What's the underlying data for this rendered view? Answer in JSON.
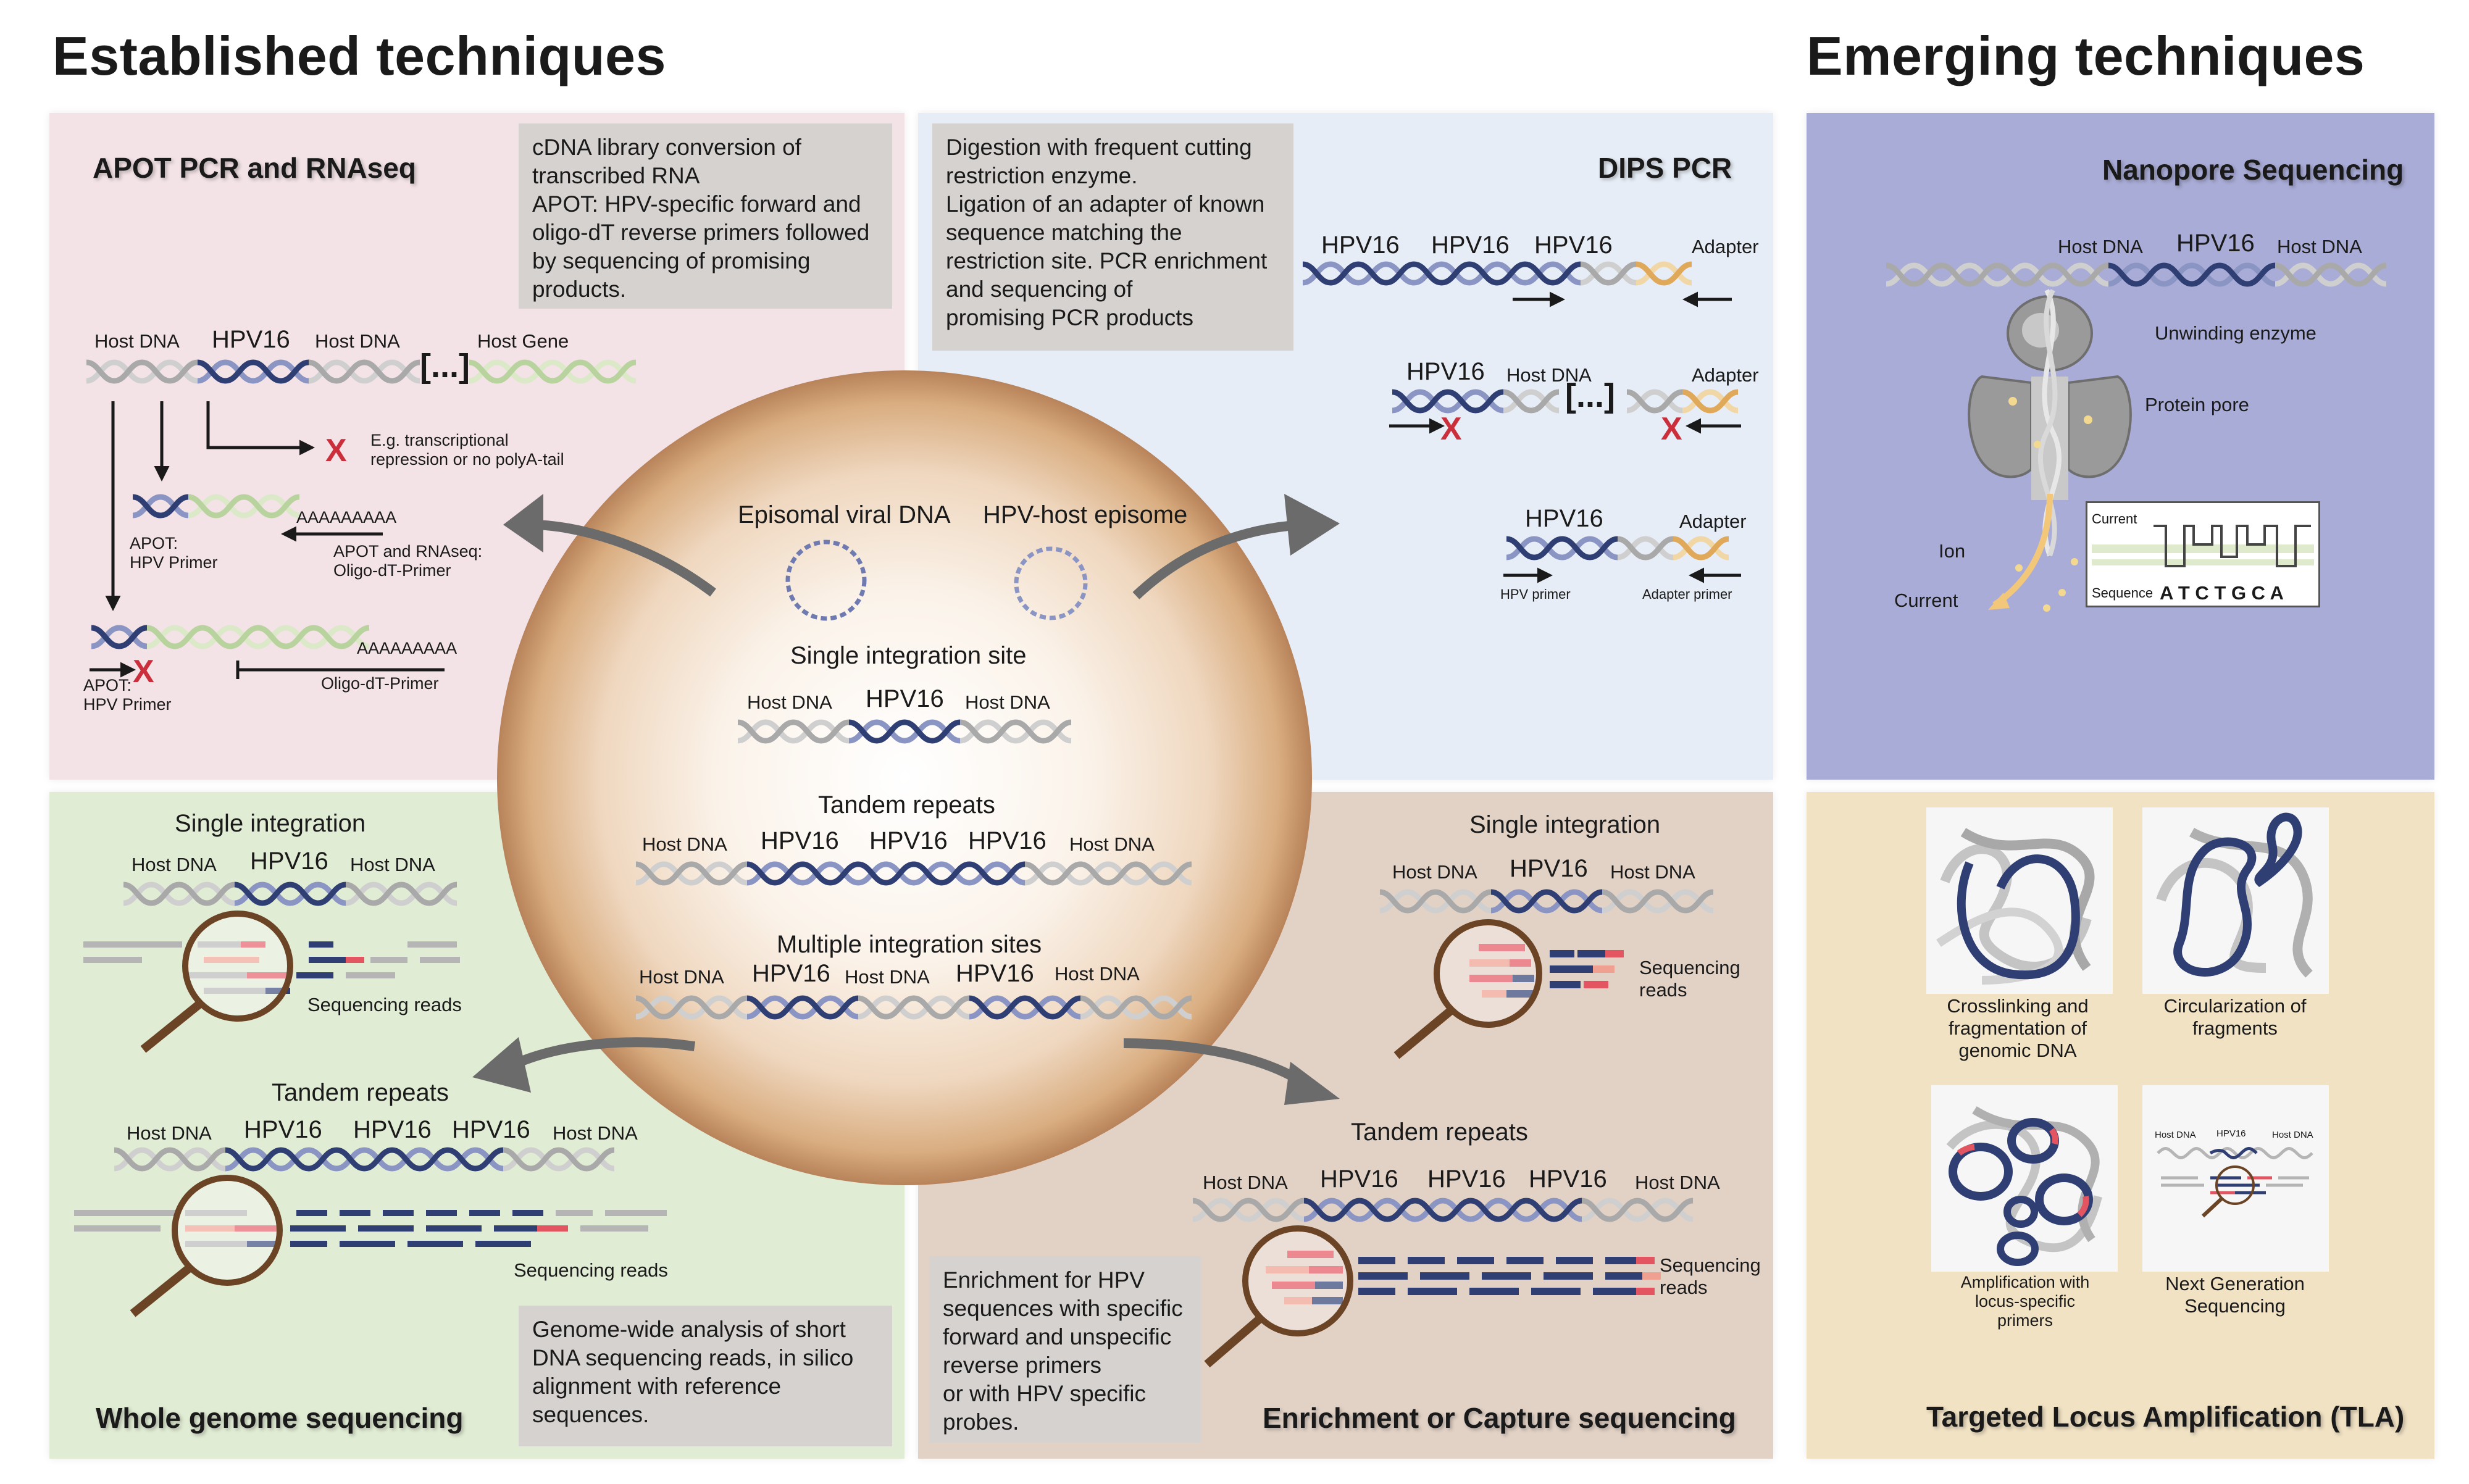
{
  "headers": {
    "established": "Established techniques",
    "emerging": "Emerging techniques"
  },
  "labels": {
    "host_dna": "Host DNA",
    "hpv16": "HPV16",
    "host_gene": "Host Gene",
    "adapter": "Adapter",
    "ellipsis": "[...]",
    "x_mark": "X",
    "sequencing_reads": "Sequencing reads",
    "sequencing": "Sequencing",
    "reads": "reads"
  },
  "apot": {
    "title": "APOT PCR and RNAseq",
    "description": [
      "cDNA library conversion of",
      "transcribed RNA",
      "APOT: HPV-specific forward and",
      "oligo-dT reverse primers followed",
      "by sequencing of promising",
      "products."
    ],
    "repression_note": [
      "E.g. transcriptional",
      "repression or no polyA-tail"
    ],
    "polya": "AAAAAAAAA",
    "apot_primer": [
      "APOT:",
      "HPV Primer"
    ],
    "oligo_primer": [
      "APOT and RNAseq:",
      "Oligo-dT-Primer"
    ],
    "oligo_dt_primer": "Oligo-dT-Primer"
  },
  "dips": {
    "title": "DIPS PCR",
    "description": [
      "Digestion with frequent cutting",
      "restriction enzyme.",
      "Ligation of an adapter of known",
      "sequence matching the",
      "restriction site. PCR enrichment",
      "and sequencing of",
      "promising PCR products"
    ],
    "hpv_primer": "HPV primer",
    "adapter_primer": "Adapter primer"
  },
  "center": {
    "episomal": "Episomal viral DNA",
    "hpv_host_episome": "HPV-host episome",
    "single_site": "Single integration site",
    "tandem": "Tandem repeats",
    "multiple": "Multiple integration sites"
  },
  "wgs": {
    "title": "Whole genome sequencing",
    "single": "Single integration",
    "tandem": "Tandem repeats",
    "description": [
      "Genome-wide analysis of short",
      "DNA sequencing reads, in silico",
      "alignment with reference",
      "sequences."
    ]
  },
  "capture": {
    "title": "Enrichment or Capture sequencing",
    "single": "Single integration",
    "tandem": "Tandem repeats",
    "description": [
      "Enrichment for HPV",
      "sequences with specific",
      "forward and unspecific",
      "reverse primers",
      "or with HPV specific",
      "probes."
    ]
  },
  "nanopore": {
    "title": "Nanopore Sequencing",
    "unwinding": "Unwinding enzyme",
    "pore": "Protein pore",
    "ion": "Ion",
    "current": "Current",
    "current_small": "Current",
    "sequence": "Sequence",
    "bases": "A T C T G C A"
  },
  "tla": {
    "title": "Targeted Locus Amplification (TLA)",
    "step1": [
      "Crosslinking and",
      "fragmentation of",
      "genomic DNA"
    ],
    "step2": [
      "Circularization of",
      "fragments"
    ],
    "step3": [
      "Amplification with",
      "locus-specific",
      "primers"
    ],
    "step4": [
      "Next Generation",
      "Sequencing"
    ]
  },
  "colors": {
    "apot_bg": "#f3e3e6",
    "dips_bg": "#e7edf6",
    "wgs_bg": "#e1ecd4",
    "capture_bg": "#e2d2c6",
    "nanopore_bg": "#a9acd6",
    "tla_bg": "#f1e2c4",
    "hpv_blue": "#2f3f73",
    "host_grey": "#b5b5b5",
    "gene_green": "#c9deb2",
    "adapter_orange": "#e2b56e",
    "red_x": "#cc2f3c",
    "lens_brown": "#6b4325",
    "read_red": "#e35560"
  }
}
